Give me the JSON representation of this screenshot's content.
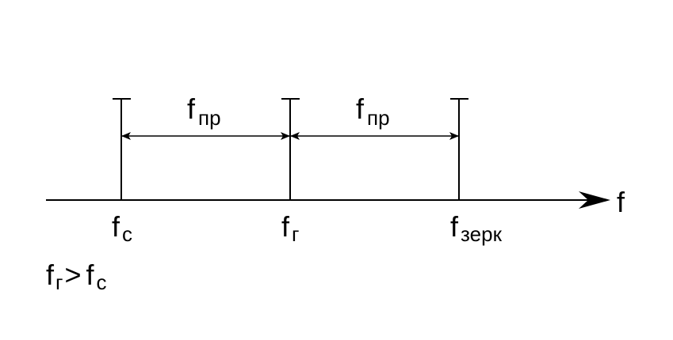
{
  "diagram": {
    "axis_label": "f",
    "spacing_labels": [
      {
        "main": "f",
        "sub": "пр"
      },
      {
        "main": "f",
        "sub": "пр"
      }
    ],
    "markers": [
      {
        "main": "f",
        "sub": "с"
      },
      {
        "main": "f",
        "sub": "г"
      },
      {
        "main": "f",
        "sub": "зерк"
      }
    ],
    "condition": {
      "left_main": "f",
      "left_sub": "г",
      "operator": ">",
      "right_main": "f",
      "right_sub": "с"
    },
    "colors": {
      "line": "#000000",
      "background": "#ffffff"
    }
  }
}
